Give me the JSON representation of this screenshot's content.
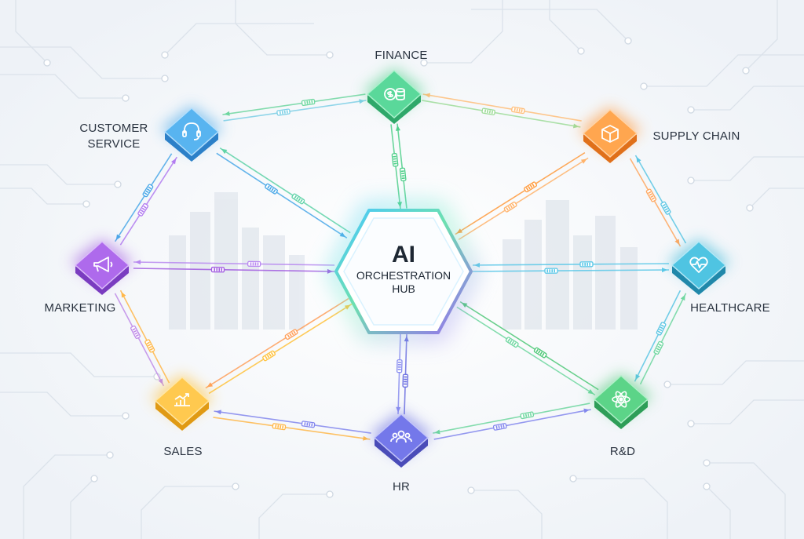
{
  "hub": {
    "title": "AI",
    "subtitle_line1": "ORCHESTRATION",
    "subtitle_line2": "HUB"
  },
  "nodes": {
    "finance": {
      "label": "FINANCE",
      "icon": "coins-dollar-icon",
      "color": "#4fcf8a"
    },
    "customer_service": {
      "label_line1": "CUSTOMER",
      "label_line2": "SERVICE",
      "icon": "headset-icon",
      "color": "#4aa8e8"
    },
    "supply_chain": {
      "label": "SUPPLY CHAIN",
      "icon": "box-icon",
      "color": "#ff9a3c"
    },
    "marketing": {
      "label": "MARKETING",
      "icon": "megaphone-icon",
      "color": "#a25ce0"
    },
    "healthcare": {
      "label": "HEALTHCARE",
      "icon": "heart-pulse-icon",
      "color": "#3bb8d8"
    },
    "sales": {
      "label": "SALES",
      "icon": "chart-growth-icon",
      "color": "#ffc23c"
    },
    "hr": {
      "label": "HR",
      "icon": "people-icon",
      "color": "#6a6ee0"
    },
    "rnd": {
      "label": "R&D",
      "icon": "atom-icon",
      "color": "#4fc878"
    }
  }
}
